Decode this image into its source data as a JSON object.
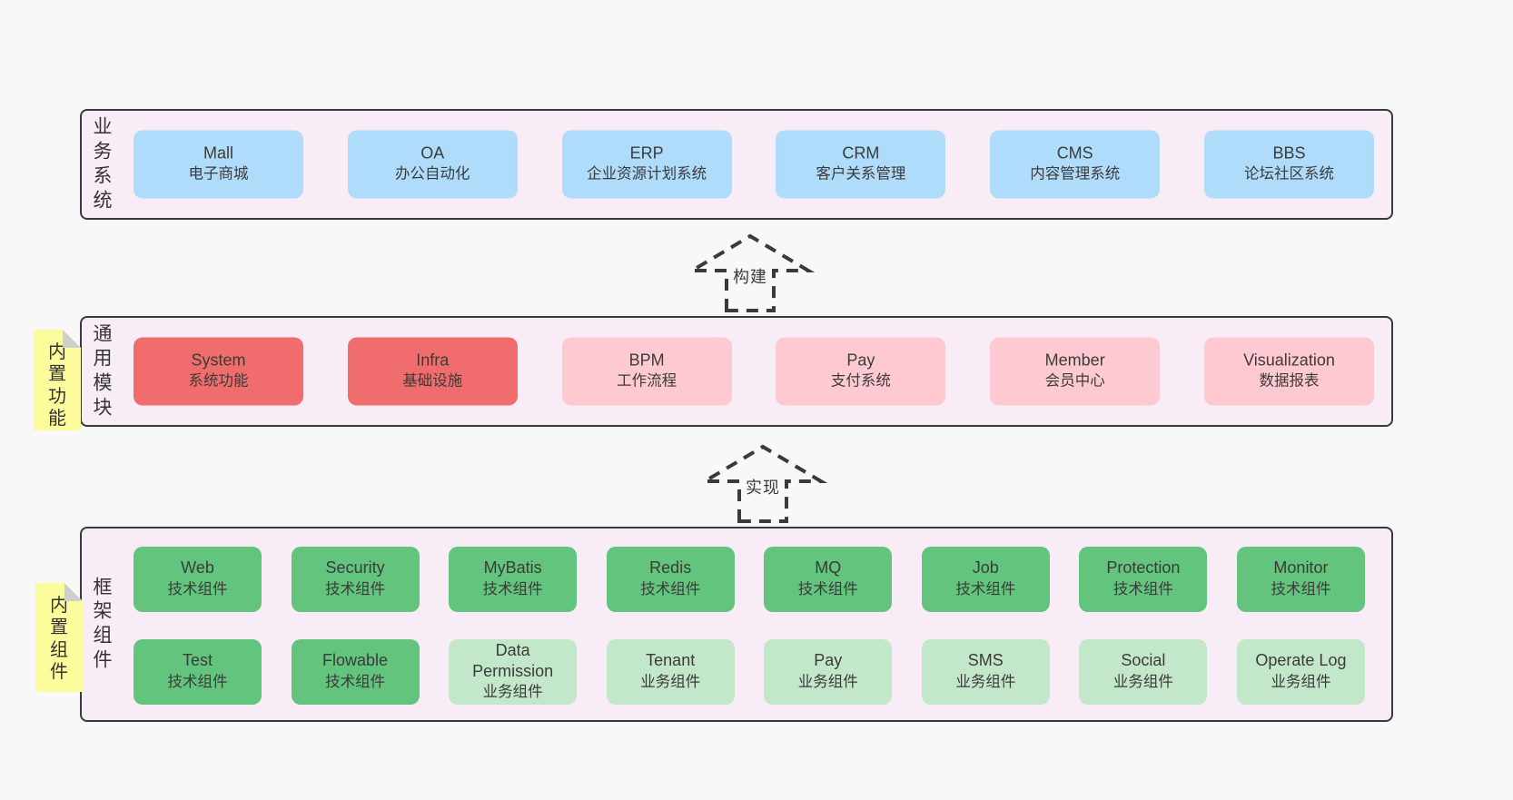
{
  "colors": {
    "page_bg": "#f8f8f8",
    "panel_bg": "#f8edf6",
    "panel_border": "#3a3a3a",
    "blue": "#aedcfa",
    "red": "#f16c6c",
    "pink": "#ffc9d1",
    "green": "#62c47d",
    "green_light": "#c3e8c9",
    "sticky_yellow": "#fdfc9d",
    "text": "#3b3b3b"
  },
  "layers": {
    "business": {
      "label": "业务系统",
      "boxes": [
        {
          "name": "Mall",
          "desc": "电子商城"
        },
        {
          "name": "OA",
          "desc": "办公自动化"
        },
        {
          "name": "ERP",
          "desc": "企业资源计划系统"
        },
        {
          "name": "CRM",
          "desc": "客户关系管理"
        },
        {
          "name": "CMS",
          "desc": "内容管理系统"
        },
        {
          "name": "BBS",
          "desc": "论坛社区系统"
        }
      ]
    },
    "common": {
      "label": "通用模块",
      "sticky": "内置功能",
      "boxes": [
        {
          "name": "System",
          "desc": "系统功能"
        },
        {
          "name": "Infra",
          "desc": "基础设施"
        },
        {
          "name": "BPM",
          "desc": "工作流程"
        },
        {
          "name": "Pay",
          "desc": "支付系统"
        },
        {
          "name": "Member",
          "desc": "会员中心"
        },
        {
          "name": "Visualization",
          "desc": "数据报表"
        }
      ]
    },
    "framework": {
      "label": "框架组件",
      "sticky": "内置组件",
      "row1": [
        {
          "name": "Web",
          "desc": "技术组件"
        },
        {
          "name": "Security",
          "desc": "技术组件"
        },
        {
          "name": "MyBatis",
          "desc": "技术组件"
        },
        {
          "name": "Redis",
          "desc": "技术组件"
        },
        {
          "name": "MQ",
          "desc": "技术组件"
        },
        {
          "name": "Job",
          "desc": "技术组件"
        },
        {
          "name": "Protection",
          "desc": "技术组件"
        },
        {
          "name": "Monitor",
          "desc": "技术组件"
        }
      ],
      "row2": [
        {
          "name": "Test",
          "desc": "技术组件"
        },
        {
          "name": "Flowable",
          "desc": "技术组件"
        },
        {
          "name": "Data Permission",
          "desc": "业务组件"
        },
        {
          "name": "Tenant",
          "desc": "业务组件"
        },
        {
          "name": "Pay",
          "desc": "业务组件"
        },
        {
          "name": "SMS",
          "desc": "业务组件"
        },
        {
          "name": "Social",
          "desc": "业务组件"
        },
        {
          "name": "Operate Log",
          "desc": "业务组件"
        }
      ]
    },
    "arrows": [
      {
        "label": "构建"
      },
      {
        "label": "实现"
      }
    ]
  }
}
